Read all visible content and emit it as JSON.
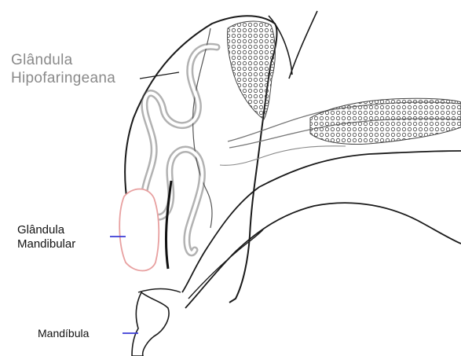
{
  "labels": {
    "hypopharyngeal": [
      "Glândula",
      "Hipofaringeana"
    ],
    "mandibular": [
      "Glândula",
      "Mandibular"
    ],
    "mandible": "Mandíbula"
  },
  "colors": {
    "outline": "#1a1a1a",
    "hypopharyngeal_label": "#8a8a8a",
    "mandibular_gland": "#e8a0a0",
    "pointer": "#3b3bd6"
  }
}
